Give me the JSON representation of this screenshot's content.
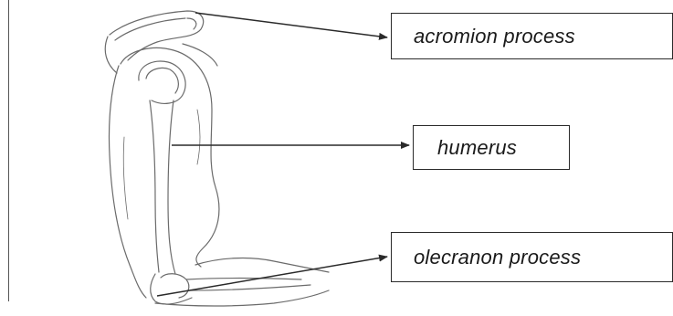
{
  "labels": {
    "acromion": "acromion process",
    "humerus": "humerus",
    "olecranon": "olecranon process"
  },
  "colors": {
    "line": "#2a2a2a",
    "sketch": "#6b6b6b"
  }
}
